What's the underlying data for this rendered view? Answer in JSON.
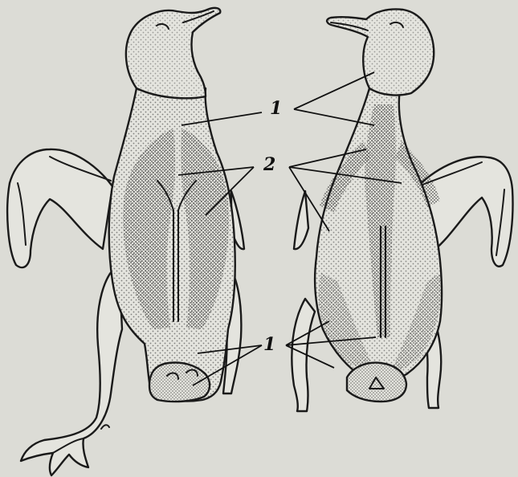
{
  "figure": {
    "colors": {
      "background": "#dcdcd6",
      "ink": "#1a1a1a",
      "body_fill": "#e4e4de",
      "stipple": "#2a2a2a"
    },
    "labels": {
      "upper_1": "1",
      "mid_2": "2",
      "lower_1": "1"
    }
  }
}
